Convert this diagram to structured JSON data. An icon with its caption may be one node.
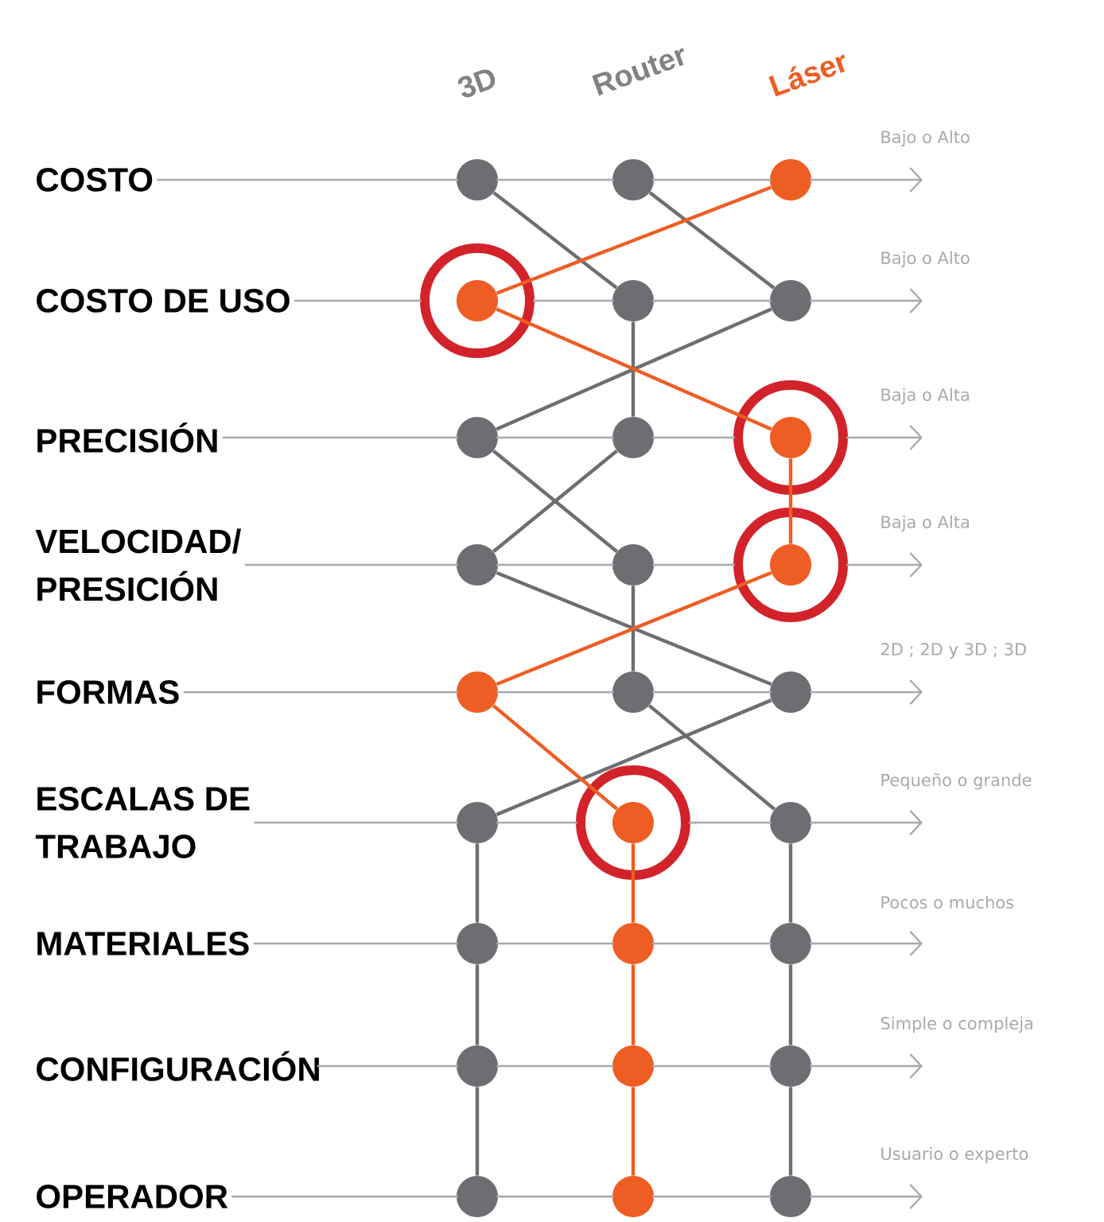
{
  "diagram": {
    "nodes": [
      {
        "text": [
          "3D"
        ]
      },
      {
        "text": [
          "Router"
        ]
      },
      {
        "text": [
          "Láser"
        ]
      },
      {
        "text": [
          "COSTO"
        ]
      },
      {
        "text": [
          "COSTO DE USO"
        ]
      },
      {
        "text": [
          "PRECISIÓN"
        ]
      },
      {
        "text": [
          "VELOCIDAD/ PRESICIÓN"
        ]
      },
      {
        "text": [
          "FORMAS"
        ]
      },
      {
        "text": [
          "ESCALAS DE TRABAJO"
        ]
      },
      {
        "text": [
          "MATERIALES"
        ]
      },
      {
        "text": [
          "CONFIGURACIÓN"
        ]
      },
      {
        "text": [
          "OPERADOR"
        ]
      },
      {
        "text": [],
        "shape": "circle"
      },
      {
        "text": [],
        "shape": "circle"
      },
      {
        "text": [],
        "shape": "circle"
      },
      {
        "text": [],
        "shape": "circle"
      },
      {
        "text": [],
        "shape": "circle",
        "in": 15
      },
      {
        "text": [],
        "shape": "circle"
      },
      {
        "text": [],
        "shape": "circle"
      },
      {
        "text": [],
        "shape": "circle"
      },
      {
        "text": [],
        "shape": "circle"
      },
      {
        "text": [],
        "shape": "circle"
      },
      {
        "text": [],
        "shape": "circle",
        "in": 21
      },
      {
        "text": [],
        "shape": "circle"
      },
      {
        "text": [],
        "shape": "circle"
      },
      {
        "text": [],
        "shape": "circle"
      },
      {
        "text": [],
        "shape": "circle",
        "in": 25
      },
      {
        "text": [],
        "shape": "circle"
      },
      {
        "text": [],
        "shape": "circle"
      },
      {
        "text": [],
        "shape": "circle"
      },
      {
        "text": [],
        "shape": "circle"
      },
      {
        "text": [],
        "shape": "circle"
      },
      {
        "text": [],
        "shape": "circle",
        "in": 31
      },
      {
        "text": [],
        "shape": "circle"
      },
      {
        "text": [],
        "shape": "circle"
      },
      {
        "text": [],
        "shape": "circle"
      },
      {
        "text": [],
        "shape": "circle"
      },
      {
        "text": [],
        "shape": "circle"
      },
      {
        "text": [],
        "shape": "circle"
      },
      {
        "text": [],
        "shape": "circle"
      },
      {
        "text": [],
        "shape": "circle"
      },
      {
        "text": [],
        "shape": "circle"
      },
      {
        "text": [],
        "shape": "circle"
      }
    ],
    "edges": [
      {
        "from": 12,
        "to": 17,
        "arrow": "none"
      },
      {
        "from": 17,
        "to": 20,
        "arrow": "none"
      },
      {
        "from": 20,
        "to": 23,
        "arrow": "none"
      },
      {
        "from": 23,
        "to": 29,
        "arrow": "none"
      },
      {
        "from": 29,
        "to": 30,
        "arrow": "none"
      },
      {
        "from": 30,
        "to": 34,
        "arrow": "none"
      },
      {
        "from": 34,
        "to": 37,
        "arrow": "none"
      },
      {
        "from": 37,
        "to": 40,
        "arrow": "none"
      },
      {
        "from": 13,
        "to": 18,
        "arrow": "none"
      },
      {
        "from": 18,
        "to": 19,
        "arrow": "none"
      },
      {
        "from": 19,
        "to": 24,
        "arrow": "none"
      },
      {
        "from": 24,
        "to": 28,
        "arrow": "none"
      },
      {
        "from": 28,
        "to": 33,
        "arrow": "none"
      },
      {
        "from": 33,
        "to": 36,
        "arrow": "none"
      },
      {
        "from": 36,
        "to": 39,
        "arrow": "none"
      },
      {
        "from": 39,
        "to": 42,
        "arrow": "none"
      },
      {
        "from": 14,
        "to": 16,
        "arrow": "none",
        "color": "#ee5d23"
      },
      {
        "from": 16,
        "to": 22,
        "arrow": "none",
        "color": "#ee5d23"
      },
      {
        "from": 22,
        "to": 26,
        "arrow": "none",
        "color": "#ee5d23"
      },
      {
        "from": 26,
        "to": 27,
        "arrow": "none",
        "color": "#ee5d23"
      },
      {
        "from": 27,
        "to": 32,
        "arrow": "none",
        "color": "#ee5d23"
      },
      {
        "from": 32,
        "to": 35,
        "arrow": "none",
        "color": "#ee5d23"
      },
      {
        "from": 35,
        "to": 38,
        "arrow": "none",
        "color": "#ee5d23"
      },
      {
        "from": 38,
        "to": 41,
        "arrow": "none",
        "color": "#ee5d23"
      },
      {
        "from": 3,
        "to": null,
        "arrow": "to",
        "color": "#a7a9ac"
      },
      {
        "from": 4,
        "to": null,
        "arrow": "to",
        "color": "#a7a9ac"
      },
      {
        "from": 5,
        "to": null,
        "arrow": "to",
        "color": "#a7a9ac"
      },
      {
        "from": 6,
        "to": null,
        "arrow": "to",
        "color": "#a7a9ac"
      },
      {
        "from": 7,
        "to": null,
        "arrow": "to",
        "color": "#a7a9ac"
      },
      {
        "from": 8,
        "to": null,
        "arrow": "to",
        "color": "#a7a9ac"
      },
      {
        "from": 9,
        "to": null,
        "arrow": "to",
        "color": "#a7a9ac"
      },
      {
        "from": 10,
        "to": null,
        "arrow": "to",
        "color": "#a7a9ac"
      },
      {
        "from": 11,
        "to": null,
        "arrow": "to",
        "color": "#a7a9ac"
      }
    ],
    "labels": [
      "Bajo o Alto",
      "Bajo o Alto",
      "Baja o Alta",
      "Baja o Alta",
      "2D ; 2D y 3D ; 3D",
      "Pequeño o grande",
      "Pocos o muchos",
      "Simple o compleja",
      "Usuario o experto"
    ]
  }
}
